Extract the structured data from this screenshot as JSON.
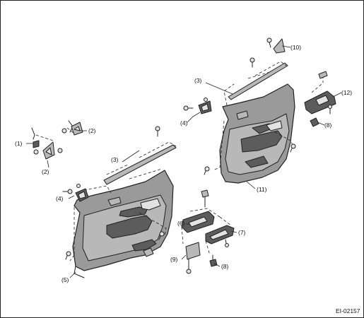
{
  "diagram": {
    "figure_code": "EI-02157",
    "callouts": {
      "c1": "(1)",
      "c2a": "(2)",
      "c2b": "(2)",
      "c3a": "(3)",
      "c3b": "(3)",
      "c4a": "(4)",
      "c4b": "(4)",
      "c5": "(5)",
      "c6": "(6)",
      "c7": "(7)",
      "c8a": "(8)",
      "c8b": "(8)",
      "c9": "(9)",
      "c10": "(10)",
      "c11": "(11)",
      "c12": "(12)"
    }
  }
}
